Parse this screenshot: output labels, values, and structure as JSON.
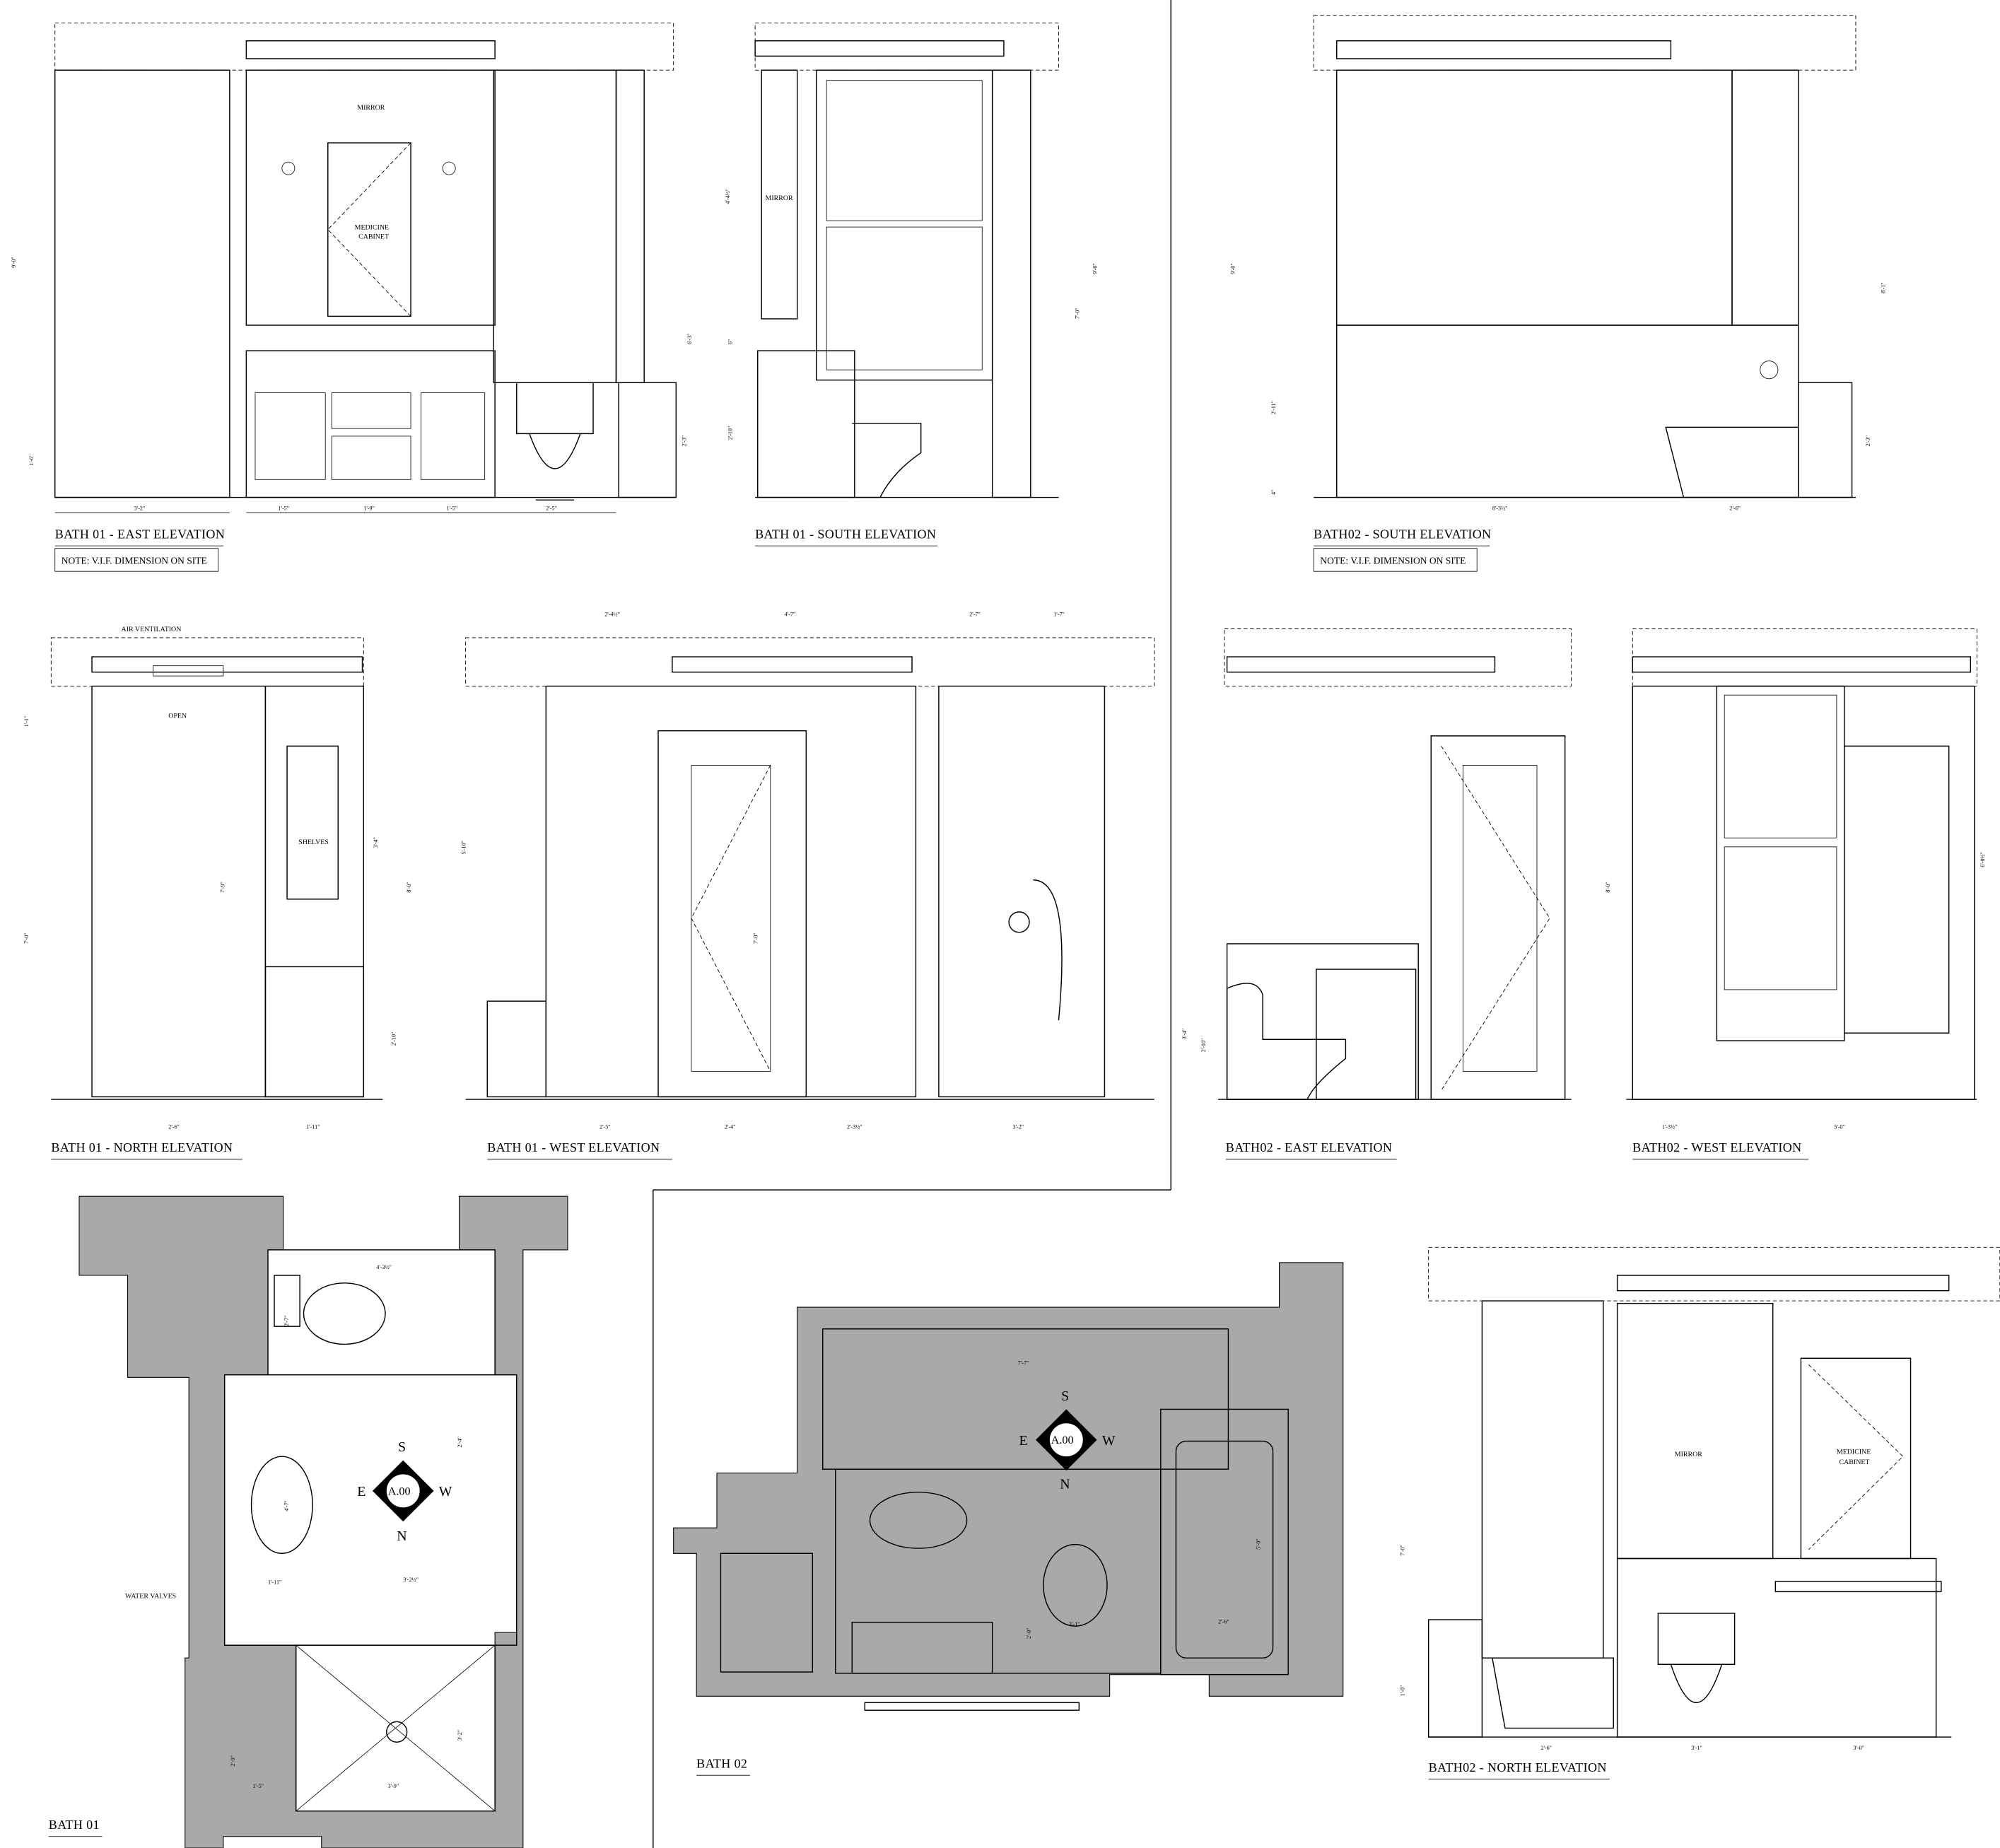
{
  "titles": {
    "bath01_east": "BATH 01 - EAST ELEVATION",
    "bath01_south": "BATH 01 - SOUTH ELEVATION",
    "bath02_south": "BATH02 - SOUTH ELEVATION",
    "bath01_north": "BATH 01 - NORTH ELEVATION",
    "bath01_west": "BATH 01 - WEST ELEVATION",
    "bath02_east": "BATH02 - EAST ELEVATION",
    "bath02_west": "BATH02 - WEST ELEVATION",
    "bath02_north": "BATH02 - NORTH ELEVATION",
    "bath01_plan": "BATH 01",
    "bath02_plan": "BATH 02"
  },
  "notes": {
    "vif_1": "NOTE: V.I.F. DIMENSION ON SITE",
    "vif_2": "NOTE: V.I.F. DIMENSION ON SITE"
  },
  "annotations": {
    "mirror_1": "MIRROR",
    "medicine_cabinet_1a": "MEDICINE",
    "medicine_cabinet_1b": "CABINET",
    "mirror_south": "MIRROR",
    "open": "OPEN",
    "shelves": "SHELVES",
    "air_ventilation": "AIR VENTILATION",
    "water_valves": "WATER VALVES",
    "mirror_2": "MIRROR",
    "medicine_cabinet_2a": "MEDICINE",
    "medicine_cabinet_2b": "CABINET"
  },
  "compass": {
    "s": "S",
    "e": "E",
    "w": "W",
    "n": "N",
    "ref": "A.00"
  },
  "dimensions": {
    "east": [
      "3'-2\"",
      "1'-5\"",
      "1'-9\"",
      "1'-5\"",
      "2'-5\"",
      "9'-0\"",
      "1'-6\"",
      "6'-3\"",
      "2'-3\""
    ],
    "south1": [
      "4'-4½\"",
      "9'-0\"",
      "7'-0\"",
      "2'-10\"",
      "6\""
    ],
    "south2": [
      "9'-0\"",
      "2'-11\"",
      "4\"",
      "8'-1\"",
      "2'-3\"",
      "8'-3½\"",
      "2'-6\""
    ],
    "north1": [
      "2'-6\"",
      "1'-11\"",
      "7'-0\"",
      "8'-0\"",
      "3'-4\"",
      "2'-10\"",
      "1'-1\"",
      "7'-9\""
    ],
    "west1": [
      "2'-4½\"",
      "4'-7\"",
      "2'-7\"",
      "1'-7\"",
      "2'-5\"",
      "2'-4\"",
      "2'-3½\"",
      "3'-2\"",
      "7'-0\"",
      "5'-10\""
    ],
    "east2": [
      "3'-4\"",
      "2'-10\""
    ],
    "west2": [
      "1'-3½\"",
      "5'-0\"",
      "8'-0\"",
      "6'-0½\""
    ],
    "north2": [
      "2'-6\"",
      "3'-1\"",
      "3'-0\"",
      "7'-0\"",
      "1'-0\""
    ],
    "plan1": [
      "4'-3½\"",
      "2'-7\"",
      "2'-4\"",
      "4'-7\"",
      "1'-11\"",
      "3'-2½\"",
      "3'-2\"",
      "2'-0\"",
      "1'-5\"",
      "3'-9\""
    ],
    "plan2": [
      "7'-7\"",
      "5'-0\"",
      "2'-6\"",
      "3'-1\"",
      "2'-0\""
    ]
  }
}
